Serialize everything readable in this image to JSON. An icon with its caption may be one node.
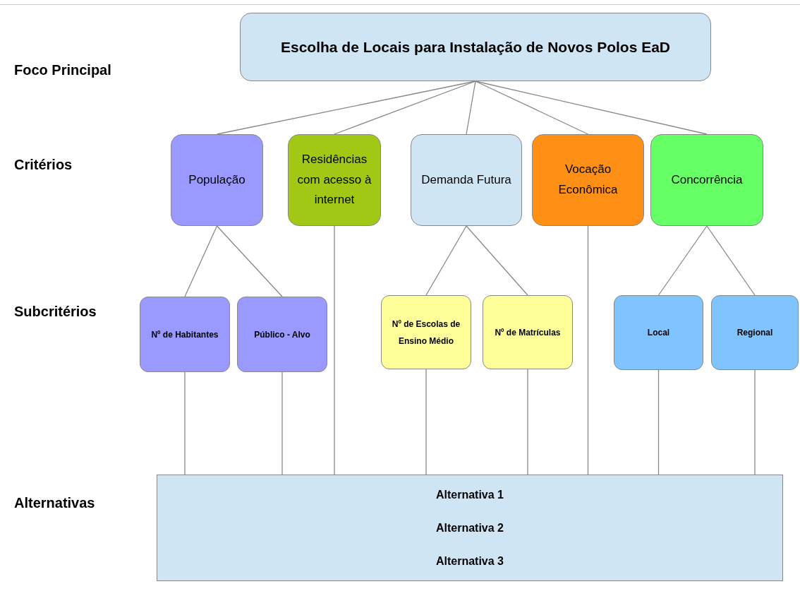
{
  "diagram": {
    "nodes": [
      {
        "text": [
          "Escolha de Locais para Instalação de Novos Polos EaD"
        ]
      },
      {
        "text": [
          "População"
        ]
      },
      {
        "text": [
          "Residências com acesso à internet"
        ]
      },
      {
        "text": [
          "Demanda Futura"
        ]
      },
      {
        "text": [
          "Vocação Econômica"
        ]
      },
      {
        "text": [
          "Concorrência"
        ]
      },
      {
        "text": [
          "Nº de Habitantes"
        ]
      },
      {
        "text": [
          "Público - Alvo"
        ]
      },
      {
        "text": [
          "Nº de Escolas de Ensino Médio"
        ]
      },
      {
        "text": [
          "Nº de Matrículas"
        ]
      },
      {
        "text": [
          "Local"
        ]
      },
      {
        "text": [
          "Regional"
        ]
      },
      {
        "text": [
          "Alternativa 1",
          "Alternativa 2",
          "Alternativa 3"
        ]
      }
    ],
    "edges": [
      {
        "from": 0,
        "to": 1,
        "arrow": "none"
      },
      {
        "from": 0,
        "to": 2,
        "arrow": "none"
      },
      {
        "from": 0,
        "to": 3,
        "arrow": "none"
      },
      {
        "from": 0,
        "to": 4,
        "arrow": "none"
      },
      {
        "from": 0,
        "to": 5,
        "arrow": "none"
      },
      {
        "from": 1,
        "to": 6,
        "arrow": "none"
      },
      {
        "from": 1,
        "to": 7,
        "arrow": "none"
      },
      {
        "from": 3,
        "to": 8,
        "arrow": "none"
      },
      {
        "from": 3,
        "to": 9,
        "arrow": "none"
      },
      {
        "from": 5,
        "to": 10,
        "arrow": "none"
      },
      {
        "from": 5,
        "to": 11,
        "arrow": "none"
      },
      {
        "from": 6,
        "to": 12,
        "arrow": "none"
      },
      {
        "from": 7,
        "to": 12,
        "arrow": "none"
      },
      {
        "from": 2,
        "to": 12,
        "arrow": "none"
      },
      {
        "from": 8,
        "to": 12,
        "arrow": "none"
      },
      {
        "from": 9,
        "to": 12,
        "arrow": "none"
      },
      {
        "from": 4,
        "to": 12,
        "arrow": "none"
      },
      {
        "from": 10,
        "to": 12,
        "arrow": "none"
      },
      {
        "from": 11,
        "to": 12,
        "arrow": "none"
      }
    ],
    "labels": [
      "Foco Principal",
      "Critérios",
      "Subcritérios",
      "Alternativas"
    ]
  }
}
